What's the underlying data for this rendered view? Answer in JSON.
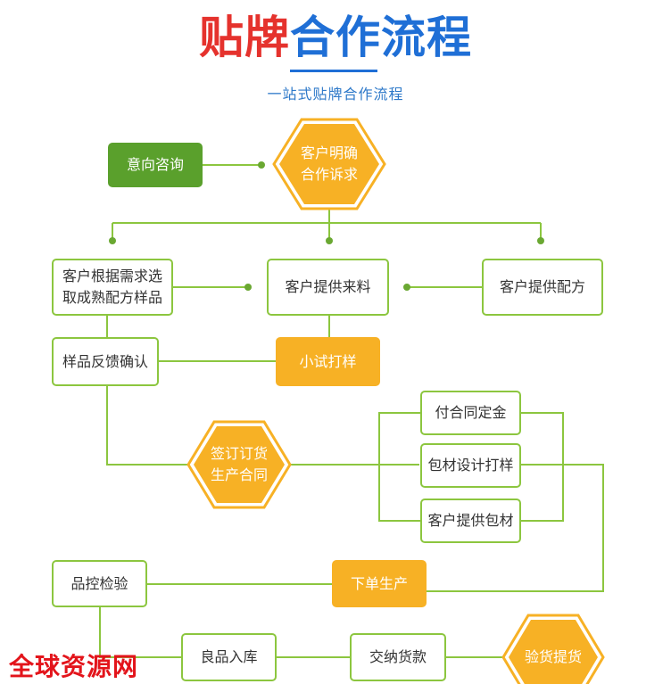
{
  "header": {
    "title_red": "贴牌",
    "title_blue": "合作流程",
    "subtitle": "一站式贴牌合作流程"
  },
  "nodes": {
    "intent_consult": "意向咨询",
    "clear_needs": [
      "客户明确",
      "合作诉求"
    ],
    "choose_sample": [
      "客户根据需求选",
      "取成熟配方样品"
    ],
    "provide_material": "客户提供来料",
    "provide_formula": "客户提供配方",
    "sample_feedback": "样品反馈确认",
    "trial_sample": "小试打样",
    "sign_contract": [
      "签订订货",
      "生产合同"
    ],
    "pay_deposit": "付合同定金",
    "packaging_design": "包材设计打样",
    "provide_packaging": "客户提供包材",
    "quality_check": "品控检验",
    "place_order": "下单生产",
    "warehouse": "良品入库",
    "payment": "交纳货款",
    "inspect_ship": "验货提货"
  },
  "watermark": "全球资源网",
  "colors": {
    "title_red": "#e5322d",
    "title_blue": "#1f6fd6",
    "line": "#8cc63f",
    "dot": "#6aa832",
    "green_fill": "#5aa02c",
    "orange_fill": "#f7b125"
  }
}
